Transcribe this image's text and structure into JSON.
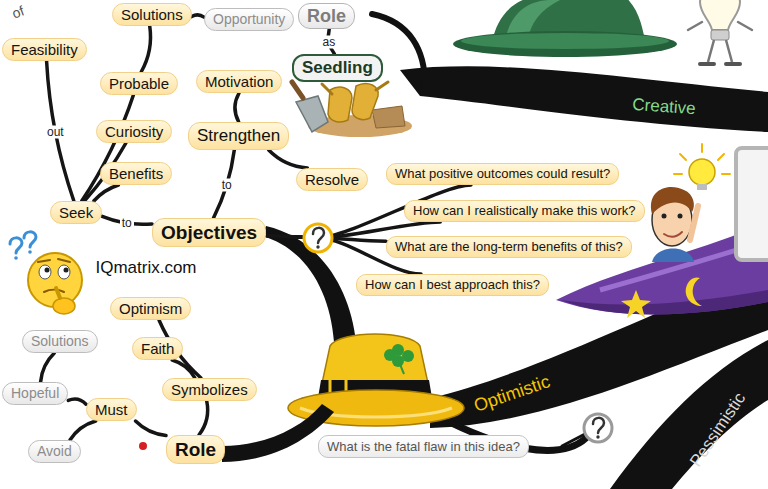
{
  "diagram": {
    "nodes": [
      {
        "text": [
          "Feasibility"
        ]
      },
      {
        "text": [
          "Solutions"
        ]
      },
      {
        "text": [
          "Opportunity"
        ]
      },
      {
        "text": [
          "Probable"
        ]
      },
      {
        "text": [
          "Curiosity"
        ]
      },
      {
        "text": [
          "Benefits"
        ]
      },
      {
        "text": [
          "Seek"
        ]
      },
      {
        "text": [
          "Objectives"
        ]
      },
      {
        "text": [
          "Motivation"
        ]
      },
      {
        "text": [
          "Strengthen"
        ]
      },
      {
        "text": [
          "Resolve"
        ]
      },
      {
        "text": [
          "Role"
        ]
      },
      {
        "text": [
          "Seedling"
        ]
      },
      {
        "text": [
          "What positive outcomes could result?"
        ]
      },
      {
        "text": [
          "How can I realistically make this work?"
        ]
      },
      {
        "text": [
          "What are the long-term benefits of this?"
        ]
      },
      {
        "text": [
          "How can I best approach this?"
        ]
      },
      {
        "text": [
          "Optimism"
        ]
      },
      {
        "text": [
          "Faith"
        ]
      },
      {
        "text": [
          "Symbolizes"
        ]
      },
      {
        "text": [
          "Solutions"
        ]
      },
      {
        "text": [
          "Hopeful"
        ]
      },
      {
        "text": [
          "Must"
        ]
      },
      {
        "text": [
          "Avoid"
        ]
      },
      {
        "text": [
          "Role"
        ]
      },
      {
        "text": [
          "What is the fatal flaw in this idea?"
        ]
      }
    ],
    "edges": [
      {
        "from": 6,
        "to": 0,
        "label": "out",
        "arrow": "none"
      },
      {
        "from": 6,
        "to": 3,
        "arrow": "none"
      },
      {
        "from": 6,
        "to": 4,
        "arrow": "none"
      },
      {
        "from": 6,
        "to": 5,
        "arrow": "none"
      },
      {
        "from": 3,
        "to": 1,
        "arrow": "none"
      },
      {
        "from": 1,
        "to": 2,
        "arrow": "none"
      },
      {
        "from": 6,
        "to": 7,
        "label": "to",
        "arrow": "none"
      },
      {
        "from": 9,
        "to": 8,
        "arrow": "none"
      },
      {
        "from": 9,
        "to": 10,
        "arrow": "none"
      },
      {
        "from": 9,
        "to": 7,
        "label": "to",
        "arrow": "none"
      },
      {
        "from": 11,
        "to": 12,
        "label": "as",
        "arrow": "none"
      },
      {
        "from": 7,
        "to": 13,
        "arrow": "none"
      },
      {
        "from": 7,
        "to": 14,
        "arrow": "none"
      },
      {
        "from": 7,
        "to": 15,
        "arrow": "none"
      },
      {
        "from": 7,
        "to": 16,
        "arrow": "none"
      },
      {
        "from": 24,
        "to": 19,
        "arrow": "none"
      },
      {
        "from": 19,
        "to": 17,
        "arrow": "none"
      },
      {
        "from": 19,
        "to": 18,
        "arrow": "none"
      },
      {
        "from": 24,
        "to": 22,
        "arrow": "none"
      },
      {
        "from": 22,
        "to": 21,
        "arrow": "none"
      },
      {
        "from": 21,
        "to": 20,
        "arrow": "none"
      },
      {
        "from": 22,
        "to": 23,
        "arrow": "none"
      }
    ],
    "labels": [
      "of",
      "IQmatrix.com",
      "Creative",
      "Optimistic",
      "Pessimistic"
    ]
  }
}
